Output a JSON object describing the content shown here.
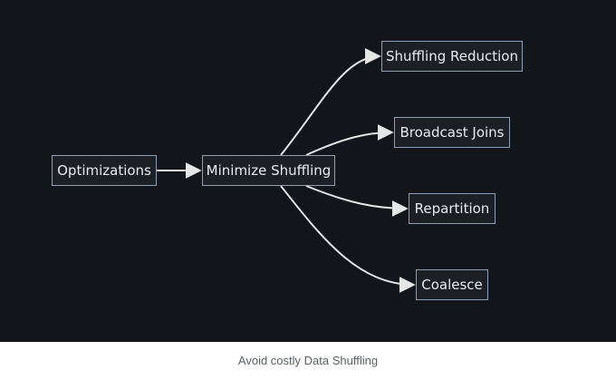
{
  "diagram": {
    "nodes": [
      {
        "id": "optimizations",
        "label": "Optimizations"
      },
      {
        "id": "minimize",
        "label": "Minimize Shuffling"
      },
      {
        "id": "reduction",
        "label": "Shuffling Reduction"
      },
      {
        "id": "broadcast",
        "label": "Broadcast Joins"
      },
      {
        "id": "repartition",
        "label": "Repartition"
      },
      {
        "id": "coalesce",
        "label": "Coalesce"
      }
    ],
    "edges": [
      {
        "from": "optimizations",
        "to": "minimize"
      },
      {
        "from": "minimize",
        "to": "reduction"
      },
      {
        "from": "minimize",
        "to": "broadcast"
      },
      {
        "from": "minimize",
        "to": "repartition"
      },
      {
        "from": "minimize",
        "to": "coalesce"
      }
    ],
    "colors": {
      "background": "#12161b",
      "node_fill": "#1c1f24",
      "node_border": "#8da0b6",
      "edge": "#e6e6e6",
      "text": "#e9ecef"
    }
  },
  "caption": "Avoid costly Data Shuffling"
}
